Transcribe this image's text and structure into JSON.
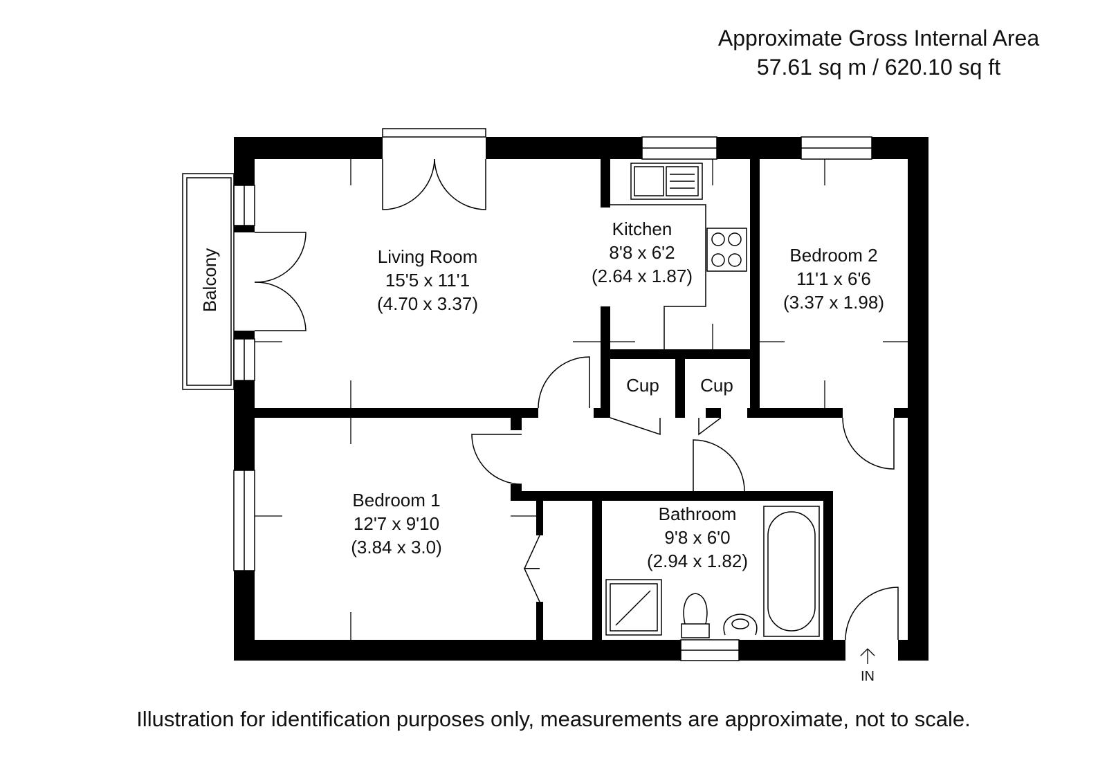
{
  "area": {
    "line1": "Approximate Gross Internal Area",
    "line2": "57.61 sq m / 620.10 sq ft"
  },
  "rooms": {
    "living_room": {
      "name": "Living Room",
      "imperial": "15'5 x 11'1",
      "metric": "(4.70 x 3.37)"
    },
    "kitchen": {
      "name": "Kitchen",
      "imperial": "8'8 x 6'2",
      "metric": "(2.64 x 1.87)"
    },
    "bedroom_2": {
      "name": "Bedroom 2",
      "imperial": "11'1 x 6'6",
      "metric": "(3.37 x 1.98)"
    },
    "bedroom_1": {
      "name": "Bedroom 1",
      "imperial": "12'7 x 9'10",
      "metric": "(3.84 x 3.0)"
    },
    "bathroom": {
      "name": "Bathroom",
      "imperial": "9'8 x 6'0",
      "metric": "(2.94 x 1.82)"
    },
    "cupboard_1": {
      "name": "Cup"
    },
    "cupboard_2": {
      "name": "Cup"
    },
    "balcony": {
      "name": "Balcony"
    }
  },
  "entrance": {
    "label": "IN"
  },
  "footer": "Illustration for identification purposes only, measurements are approximate, not to scale."
}
